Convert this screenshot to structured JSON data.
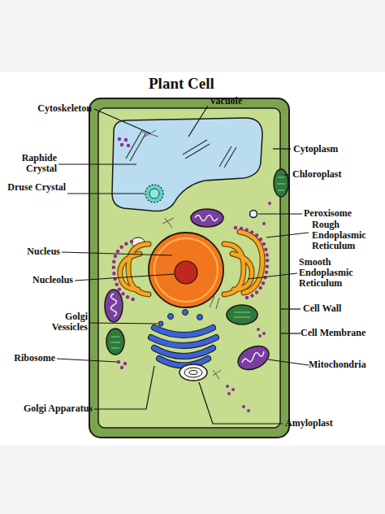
{
  "diagram": {
    "title": "Plant Cell",
    "labels": [
      "Cytoskeleton",
      "Vacuole",
      "Cytoplasm",
      "Raphide Crystal",
      "Chloroplast",
      "Druse Crystal",
      "Peroxisome",
      "Rough Endoplasmic Reticulum",
      "Nucleus",
      "Smooth Endoplasmic Reticulum",
      "Nucleolus",
      "Cell Wall",
      "Golgi Vessicles",
      "Cell Membrane",
      "Ribosome",
      "Mitochondria",
      "Golgi Apparatus",
      "Amyloplast"
    ]
  }
}
